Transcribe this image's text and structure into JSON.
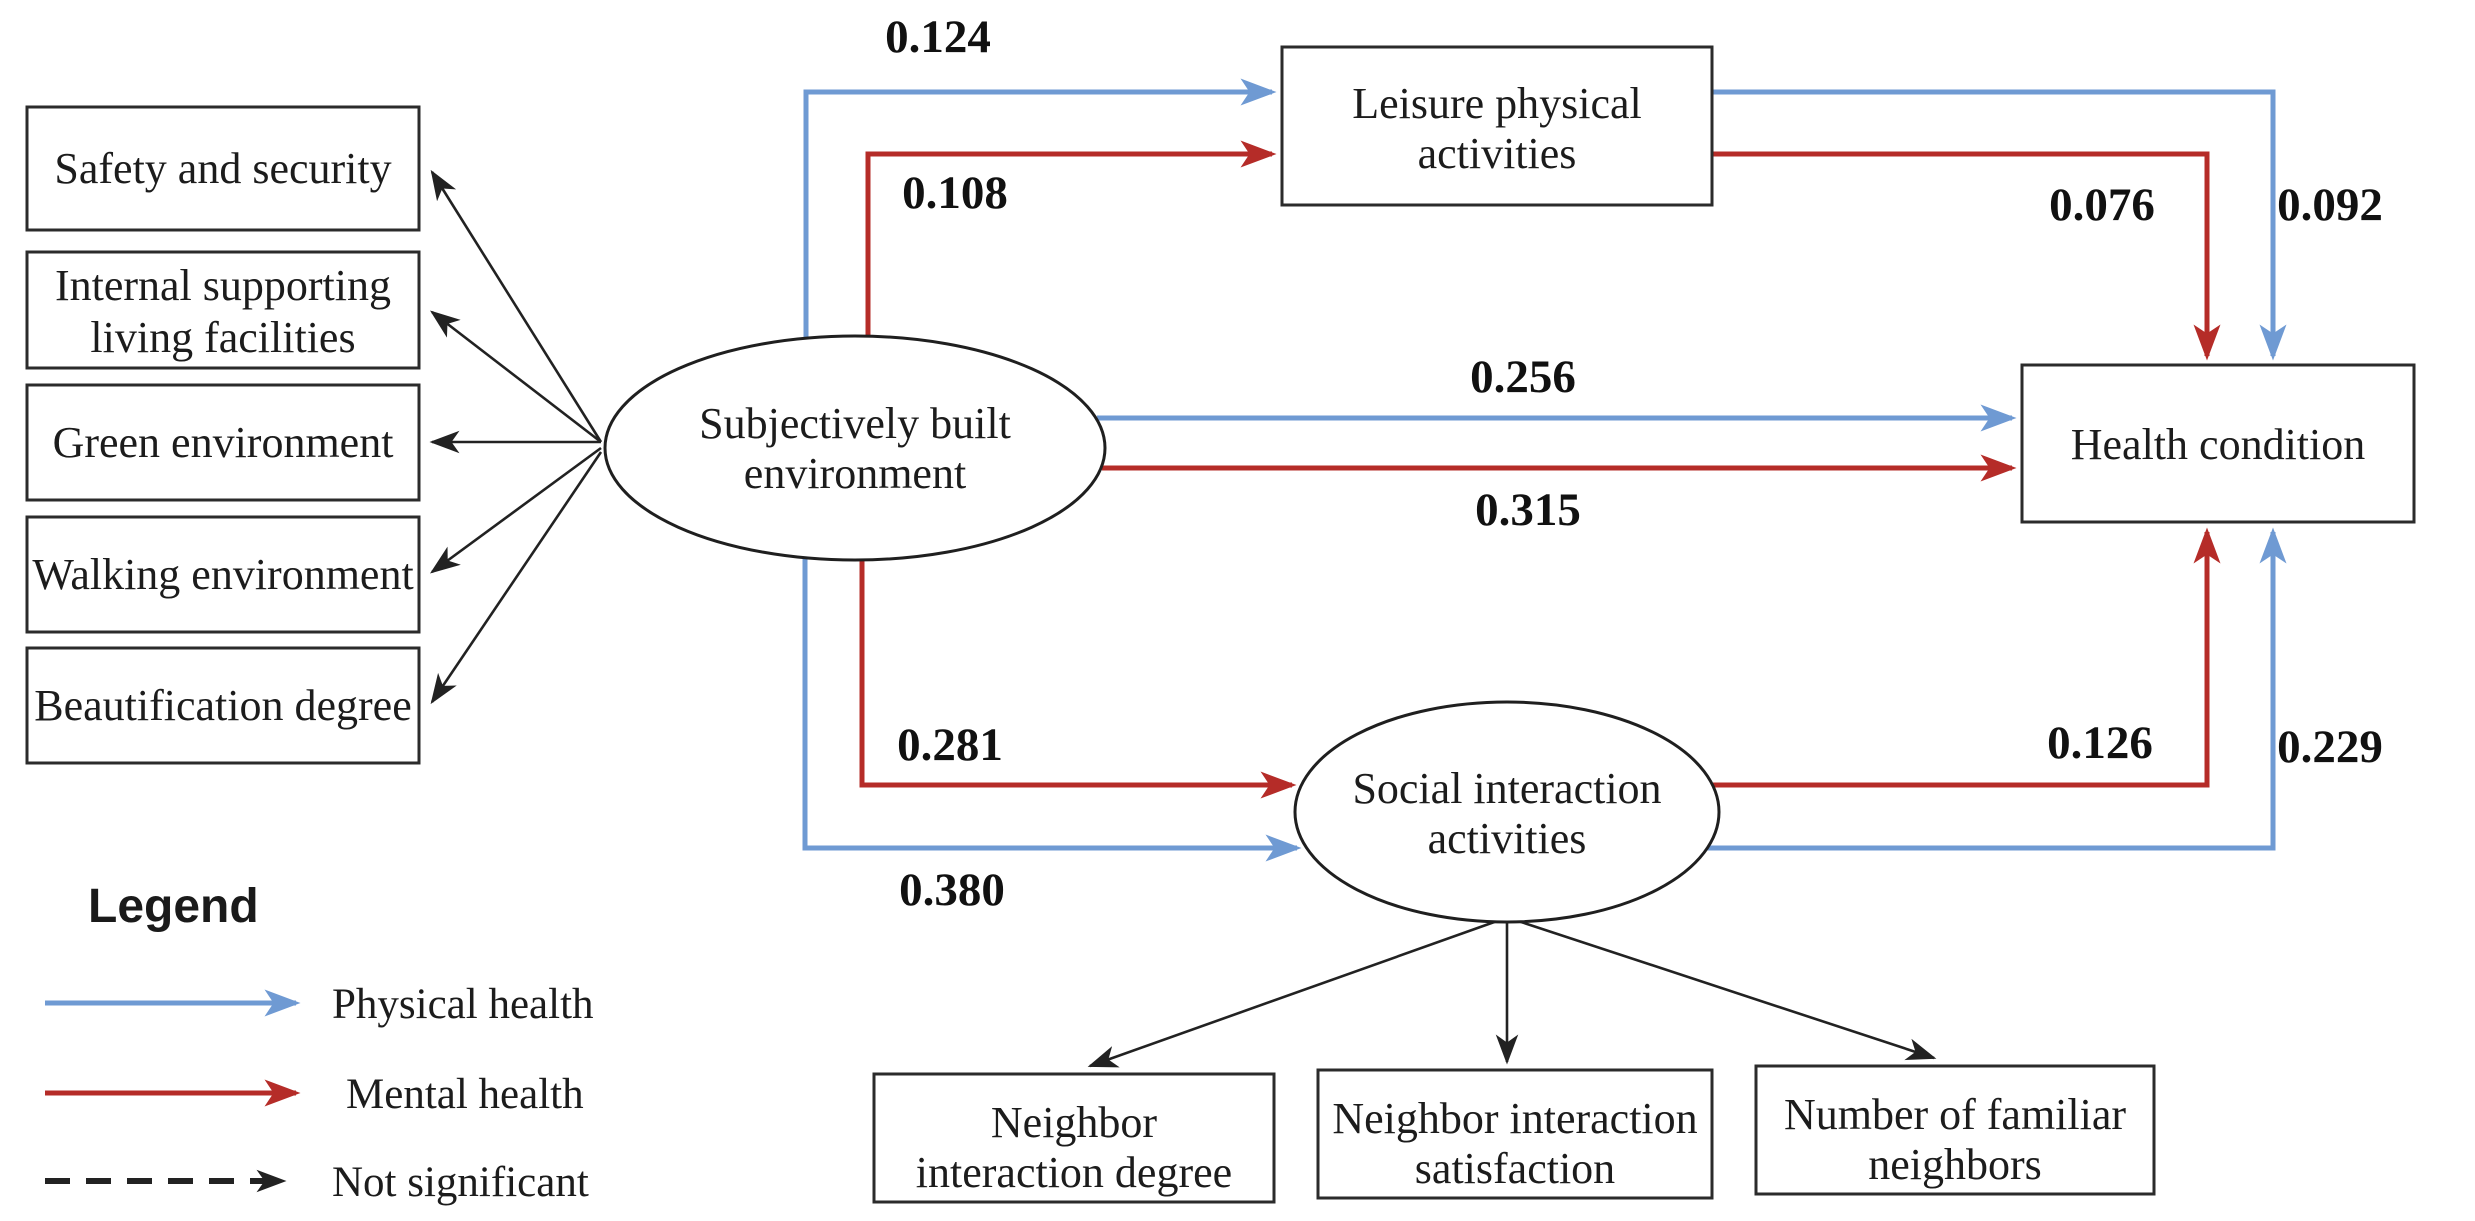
{
  "legend": {
    "title": "Legend",
    "items": [
      {
        "label": "Physical health",
        "type": "physical"
      },
      {
        "label": "Mental health",
        "type": "mental"
      },
      {
        "label": "Not significant",
        "type": "not-significant"
      }
    ]
  },
  "colors": {
    "physical_health": "#6f9ad3",
    "mental_health": "#b52c28",
    "not_significant": "#222222",
    "node_border": "#2b2b2b",
    "text": "#1c1c1c"
  },
  "nodes": {
    "left_indicators": [
      {
        "label": "Safety and security"
      },
      {
        "line1": "Internal supporting",
        "line2": "living facilities"
      },
      {
        "label": "Green environment"
      },
      {
        "label": "Walking environment"
      },
      {
        "label": "Beautification degree"
      }
    ],
    "sbe": {
      "line1": "Subjectively built",
      "line2": "environment"
    },
    "leisure": {
      "line1": "Leisure physical",
      "line2": "activities"
    },
    "social": {
      "line1": "Social interaction",
      "line2": "activities"
    },
    "health": {
      "label": "Health condition"
    },
    "bottom_indicators": [
      {
        "line1": "Neighbor",
        "line2": "interaction degree"
      },
      {
        "line1": "Neighbor interaction",
        "line2": "satisfaction"
      },
      {
        "line1": "Number of familiar",
        "line2": "neighbors"
      }
    ]
  },
  "coefficients": {
    "sbe_leisure_physical": "0.124",
    "sbe_leisure_mental": "0.108",
    "leisure_health_mental": "0.076",
    "leisure_health_physical": "0.092",
    "sbe_health_physical": "0.256",
    "sbe_health_mental": "0.315",
    "sbe_social_mental": "0.281",
    "sbe_social_physical": "0.380",
    "social_health_mental": "0.126",
    "social_health_physical": "0.229"
  }
}
